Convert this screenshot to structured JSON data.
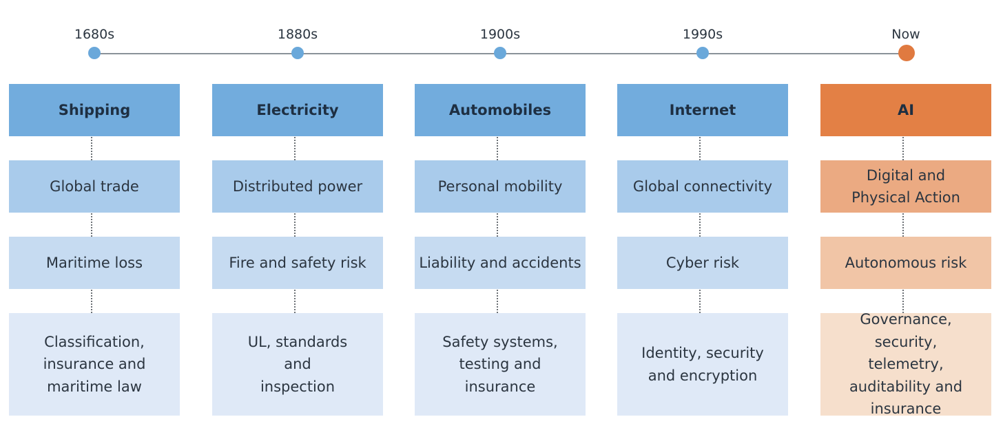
{
  "eras": [
    {
      "era": "1680s",
      "technology": "Shipping",
      "enablement": "Global trade",
      "risk": "Maritime loss",
      "response": "Classification, insurance and maritime law"
    },
    {
      "era": "1880s",
      "technology": "Electricity",
      "enablement": "Distributed power",
      "risk": "Fire and safety risk",
      "response": "UL, standards and inspection"
    },
    {
      "era": "1900s",
      "technology": "Automobiles",
      "enablement": "Personal mobility",
      "risk": "Liability and accidents",
      "response": "Safety systems, testing and insurance"
    },
    {
      "era": "1990s",
      "technology": "Internet",
      "enablement": "Global connectivity",
      "risk": "Cyber risk",
      "response": "Identity, security and encryption"
    },
    {
      "era": "Now",
      "technology": "AI",
      "enablement": "Digital and Physical Action",
      "risk": "Autonomous risk",
      "response": "Governance, security, telemetry, auditability and insurance"
    }
  ],
  "colors": {
    "past_accent": "#72acdd",
    "current_accent": "#e38045"
  }
}
